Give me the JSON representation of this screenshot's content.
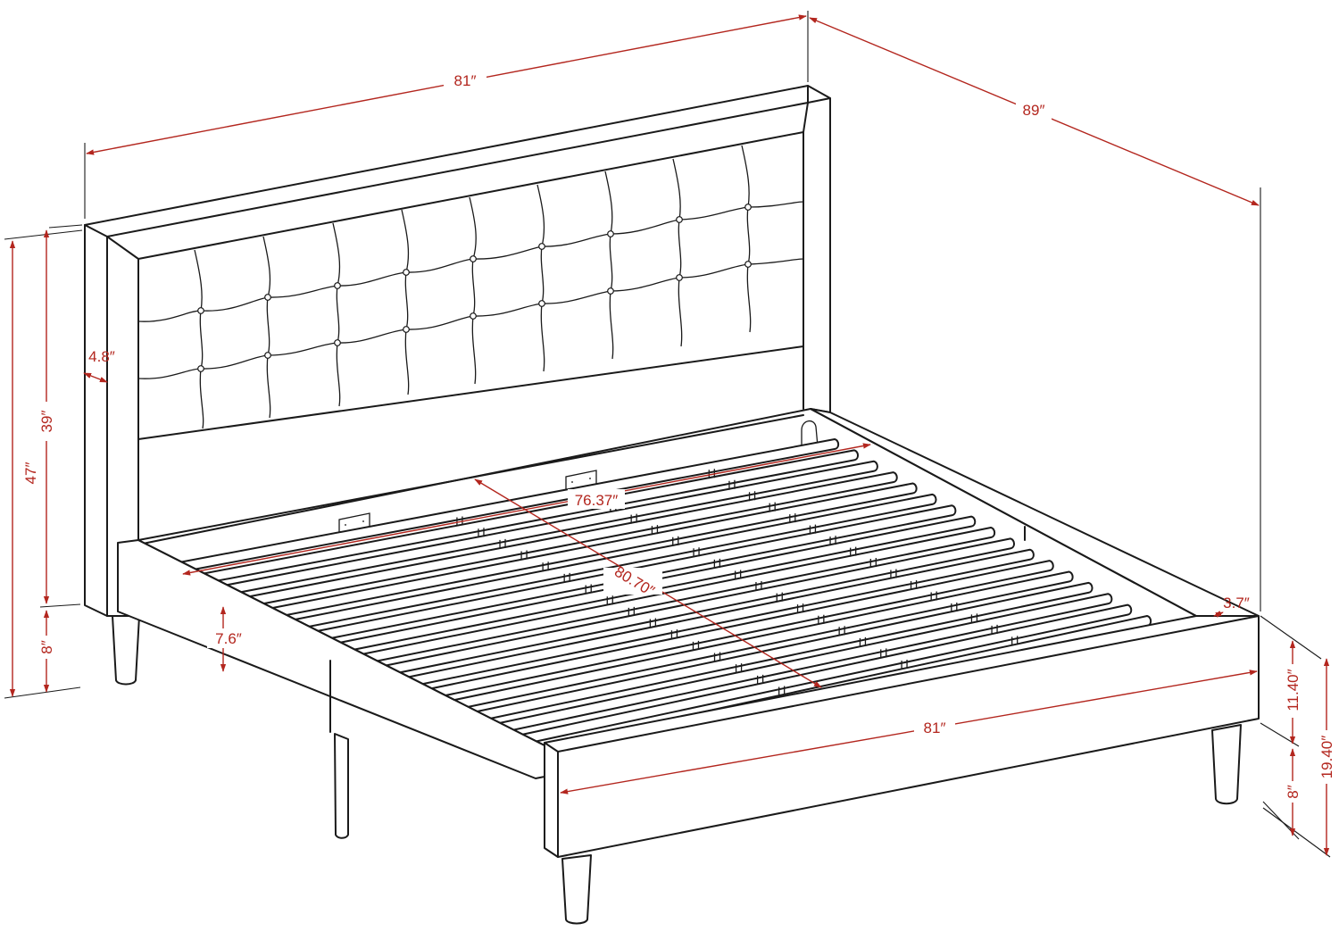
{
  "colors": {
    "dimension": "#b3261e",
    "line": "#1a1a1a",
    "background": "#ffffff"
  },
  "dimensions": {
    "headboard_width": "81″",
    "overall_length": "89″",
    "headboard_panel_height": "39″",
    "overall_height": "47″",
    "headboard_thickness": "4.8″",
    "leg_height_head": "8″",
    "side_rail_height": "7.6″",
    "inner_width": "76.37″",
    "inner_length": "80.70″",
    "footboard_thickness": "3.7″",
    "footboard_width": "81″",
    "footboard_height": "11.40″",
    "leg_height_foot": "8″",
    "footboard_overall_height": "19.40″"
  }
}
